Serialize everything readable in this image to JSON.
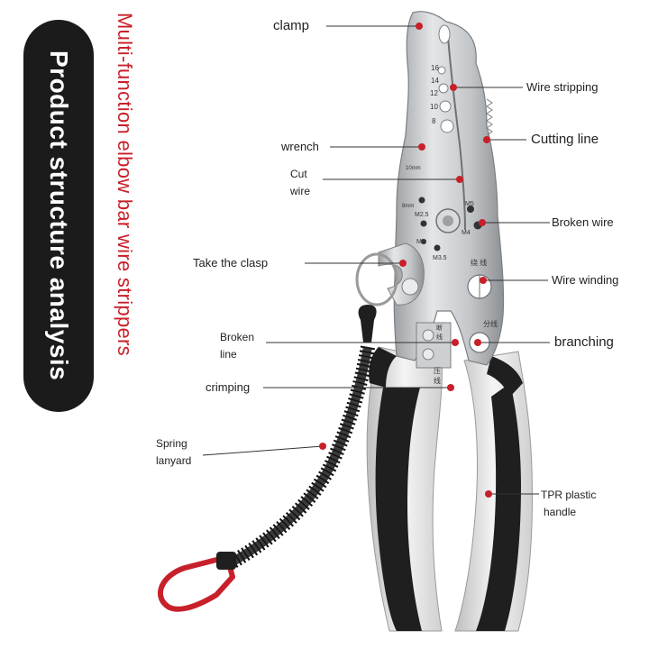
{
  "header": {
    "title": "Product structure analysis",
    "subtitle": "Multi-function elbow bar wire strippers"
  },
  "colors": {
    "accent_red": "#c8202a",
    "banner_bg": "#1b1b1b",
    "metal": "#c9cbcd",
    "handle_black": "#1f1f1f",
    "handle_white": "#e6e6e6"
  },
  "labels": {
    "clamp": "clamp",
    "wire_stripping": "Wire stripping",
    "wrench": "wrench",
    "cutting_line": "Cutting line",
    "cut_wire_1": "Cut",
    "cut_wire_2": "wire",
    "broken_wire": "Broken wire",
    "take_clasp": "Take the clasp",
    "wire_winding": "Wire winding",
    "broken_line_1": "Broken",
    "broken_line_2": "line",
    "branching": "branching",
    "crimping": "crimping",
    "spring_lanyard_1": "Spring",
    "spring_lanyard_2": "lanyard",
    "tpr_handle_1": "TPR plastic",
    "tpr_handle_2": "handle"
  },
  "tool_markings": {
    "gauges": [
      "16",
      "14",
      "12",
      "10",
      "8"
    ],
    "size_10mm": "10mm",
    "size_8mm": "8mm",
    "m25": "M2.5",
    "m3": "M3",
    "m35": "M3.5",
    "m4": "M4",
    "m5": "M5",
    "rao_xian": "绕 线",
    "fen_xian": "分线",
    "duan_xian_1": "断",
    "duan_xian_2": "线",
    "ya_xian_1": "压",
    "ya_xian_2": "线"
  }
}
